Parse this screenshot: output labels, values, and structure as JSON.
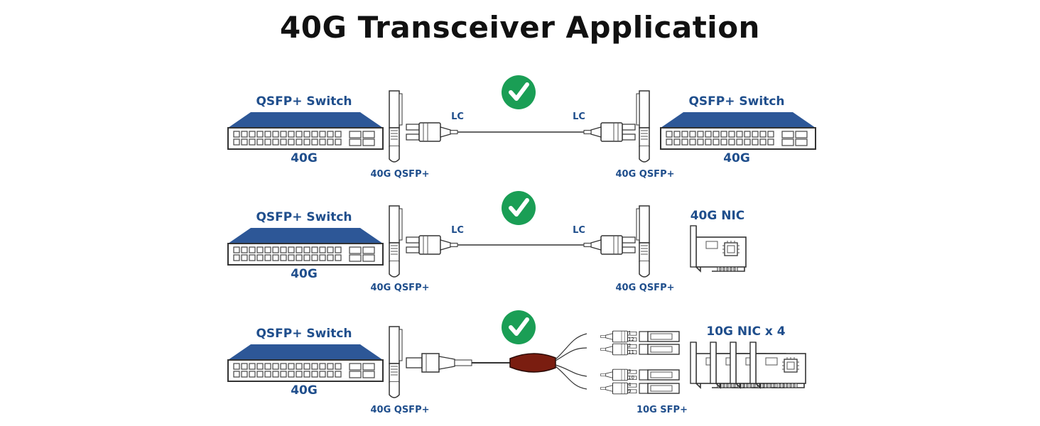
{
  "title": "40G Transceiver Application",
  "colors": {
    "accent": "#1f4e8c",
    "switch_top": "#2d5797",
    "check": "#1a9e55"
  },
  "icons": [
    "check-icon",
    "switch-icon",
    "transceiver-icon",
    "lc-connector-icon",
    "mtp-connector-icon",
    "nic-card-icon",
    "chip-icon",
    "sfp-module-icon"
  ],
  "rows": [
    {
      "left_label": "QSFP+ Switch",
      "left_speed": "40G",
      "left_module": "40G QSFP+",
      "left_connector": "LC",
      "right_connector": "LC",
      "right_module": "40G QSFP+",
      "right_label": "QSFP+ Switch",
      "right_speed": "40G"
    },
    {
      "left_label": "QSFP+ Switch",
      "left_speed": "40G",
      "left_module": "40G QSFP+",
      "left_connector": "LC",
      "right_connector": "LC",
      "right_module": "40G QSFP+",
      "right_label": "40G NIC"
    },
    {
      "left_label": "QSFP+ Switch",
      "left_speed": "40G",
      "left_module": "40G QSFP+",
      "right_module": "10G SFP+",
      "right_label": "10G NIC x 4",
      "fiber_numbers": [
        "1",
        "12",
        "2",
        "11",
        "3",
        "10",
        "4",
        "9"
      ]
    }
  ]
}
